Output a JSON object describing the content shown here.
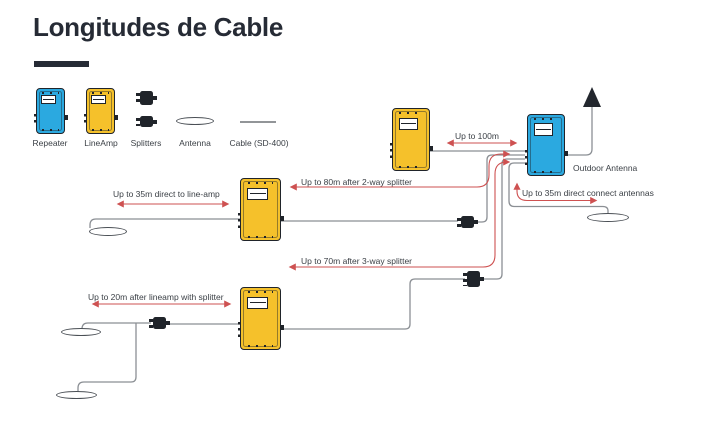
{
  "title": "Longitudes de Cable",
  "colors": {
    "repeater_blue": "#2BA9E0",
    "lineamp_yellow": "#F5C12B",
    "arrow_red": "#CE5151",
    "cable_gray": "#8B8F94",
    "ink": "#23272E",
    "title_ink": "#262B35",
    "label_gray": "#3A3F45"
  },
  "legend": {
    "items": [
      {
        "label": "Repeater"
      },
      {
        "label": "LineAmp"
      },
      {
        "label": "Splitters"
      },
      {
        "label": "Antenna"
      },
      {
        "label": "Cable (SD-400)"
      }
    ]
  },
  "annotations": {
    "up_to_100m": "Up to 100m",
    "direct_to_lineamp": "Up to 35m direct to line-amp",
    "after_2way": "Up to 80m after 2-way splitter",
    "after_3way": "Up to 70m after 3-way splitter",
    "direct_connect": "Up to 35m direct connect antennas",
    "after_lineamp_splitter": "Up to 20m after lineamp with splitter",
    "outdoor_antenna": "Outdoor Antenna"
  }
}
